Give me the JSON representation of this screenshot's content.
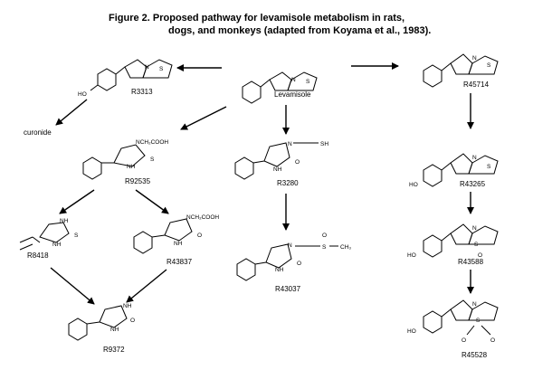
{
  "caption": {
    "line1": "Figure  2.     Proposed pathway for levamisole metabolism in rats,",
    "line2": "dogs, and monkeys (adapted from Koyama et al., 1983)."
  },
  "compounds": {
    "levamisole": "Levamisole",
    "r3313": "R3313",
    "r45714": "R45714",
    "curonide": "curonide",
    "r92535": "R92535",
    "r3280": "R3280",
    "r43265": "R43265",
    "r8418": "R8418",
    "r43837": "R43837",
    "r43037": "R43037",
    "r43588": "R43588",
    "r9372": "R9372",
    "r45528": "R45528"
  },
  "atoms": {
    "N": "N",
    "S": "S",
    "HO": "HO",
    "NH": "NH",
    "O": "O",
    "SH": "SH",
    "NCH2COOH": "NCH₂COOH",
    "CH3": "CH₃",
    "dash": "—"
  }
}
